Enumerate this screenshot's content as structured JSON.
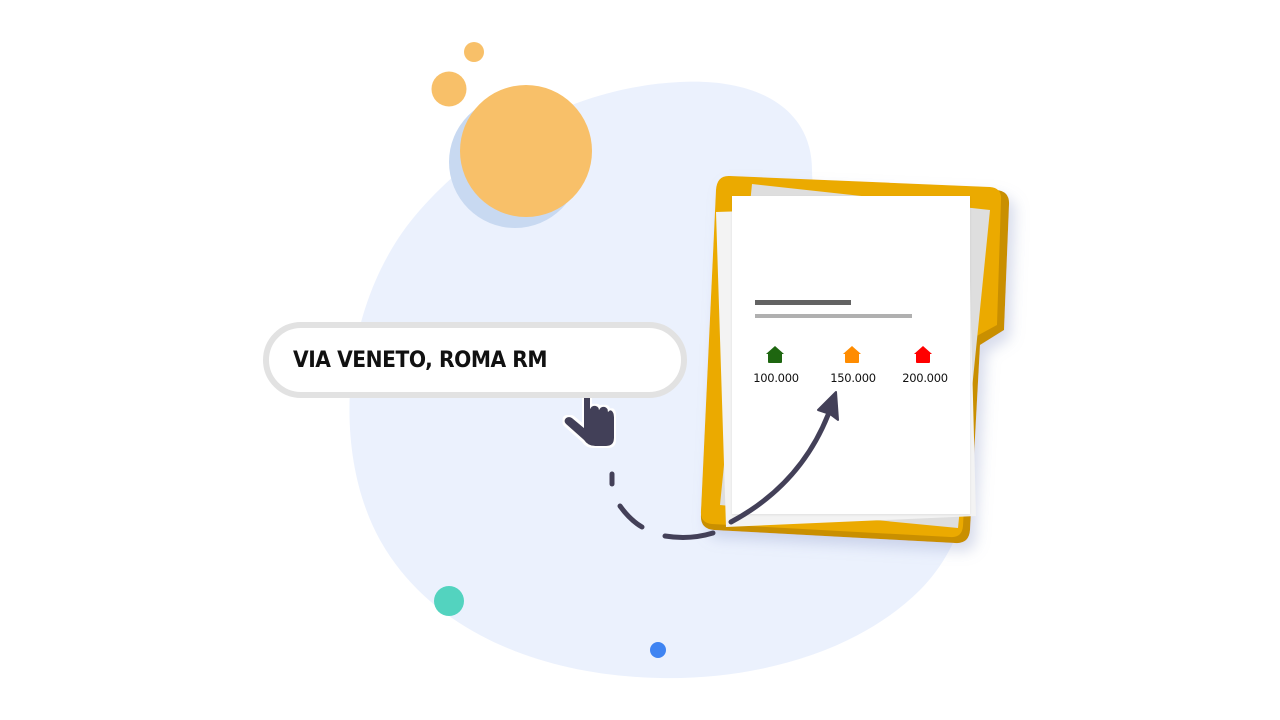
{
  "search": {
    "value": "VIA VENETO, ROMA RM"
  },
  "document": {
    "price_levels": [
      {
        "label": "100.000",
        "icon": "house-icon",
        "color": "#1e6610"
      },
      {
        "label": "150.000",
        "icon": "house-icon",
        "color": "#ff8c00"
      },
      {
        "label": "200.000",
        "icon": "house-icon",
        "color": "#ff0000"
      }
    ]
  },
  "colors": {
    "background_blob": "#ebf1fd",
    "sun": "#f8c069",
    "sun_shadow": "#c8d9f1",
    "folder": "#ebaa00",
    "folder_dark": "#c98f00",
    "paper": "#ffffff",
    "paper_back": "#dedede",
    "arrow": "#434058",
    "teal_dot": "#53d3bf",
    "blue_dot": "#3f84f2"
  }
}
